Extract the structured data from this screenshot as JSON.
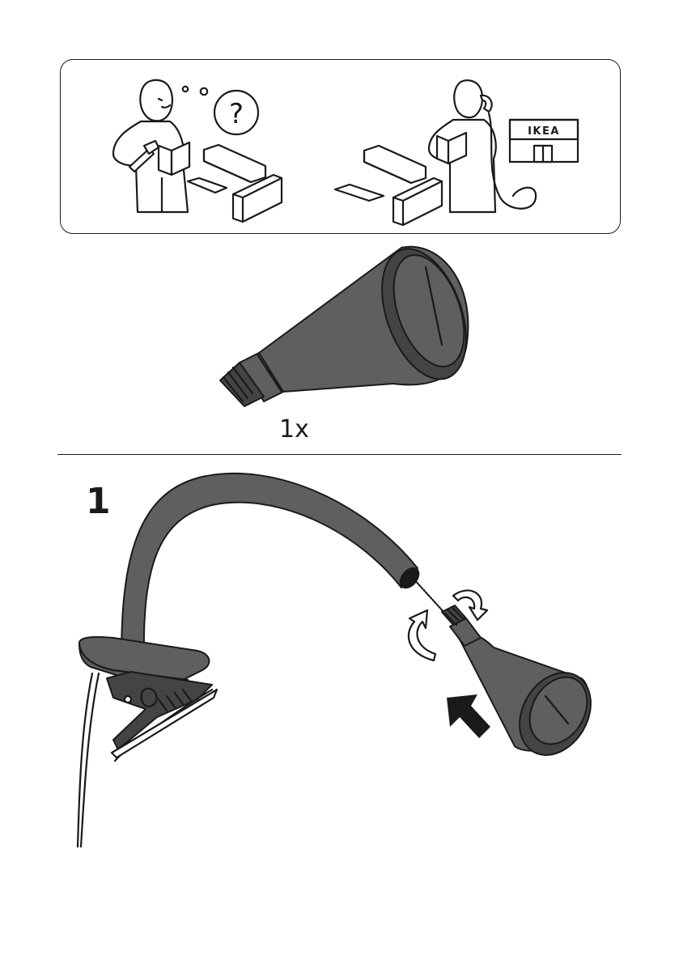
{
  "help_panel": {
    "question_glyph": "?",
    "store_sign": "IKEA"
  },
  "part": {
    "name_icon": "lamp-shade-part",
    "quantity_label": "1x"
  },
  "step": {
    "number": "1"
  },
  "colors": {
    "ink": "#1a1a1a",
    "part_fill": "#5f5f5f"
  }
}
